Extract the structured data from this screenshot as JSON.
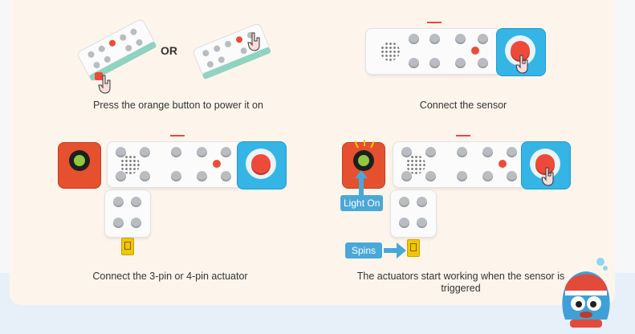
{
  "separator": "OR",
  "steps": [
    {
      "caption": "Press the orange button to power it on"
    },
    {
      "caption": "Connect the sensor"
    },
    {
      "caption": "Connect the 3-pin or 4-pin actuator"
    },
    {
      "caption": "The actuators start working when the sensor is triggered"
    }
  ],
  "labels": {
    "light_on": "Light On",
    "spins": "Spins"
  },
  "colors": {
    "card": "#fdf5ec",
    "button": "#ee4a3a",
    "sensor": "#35b4e6",
    "light_module": "#e5512f",
    "callout": "#4aa8d8",
    "actuator": "#f2c600"
  }
}
